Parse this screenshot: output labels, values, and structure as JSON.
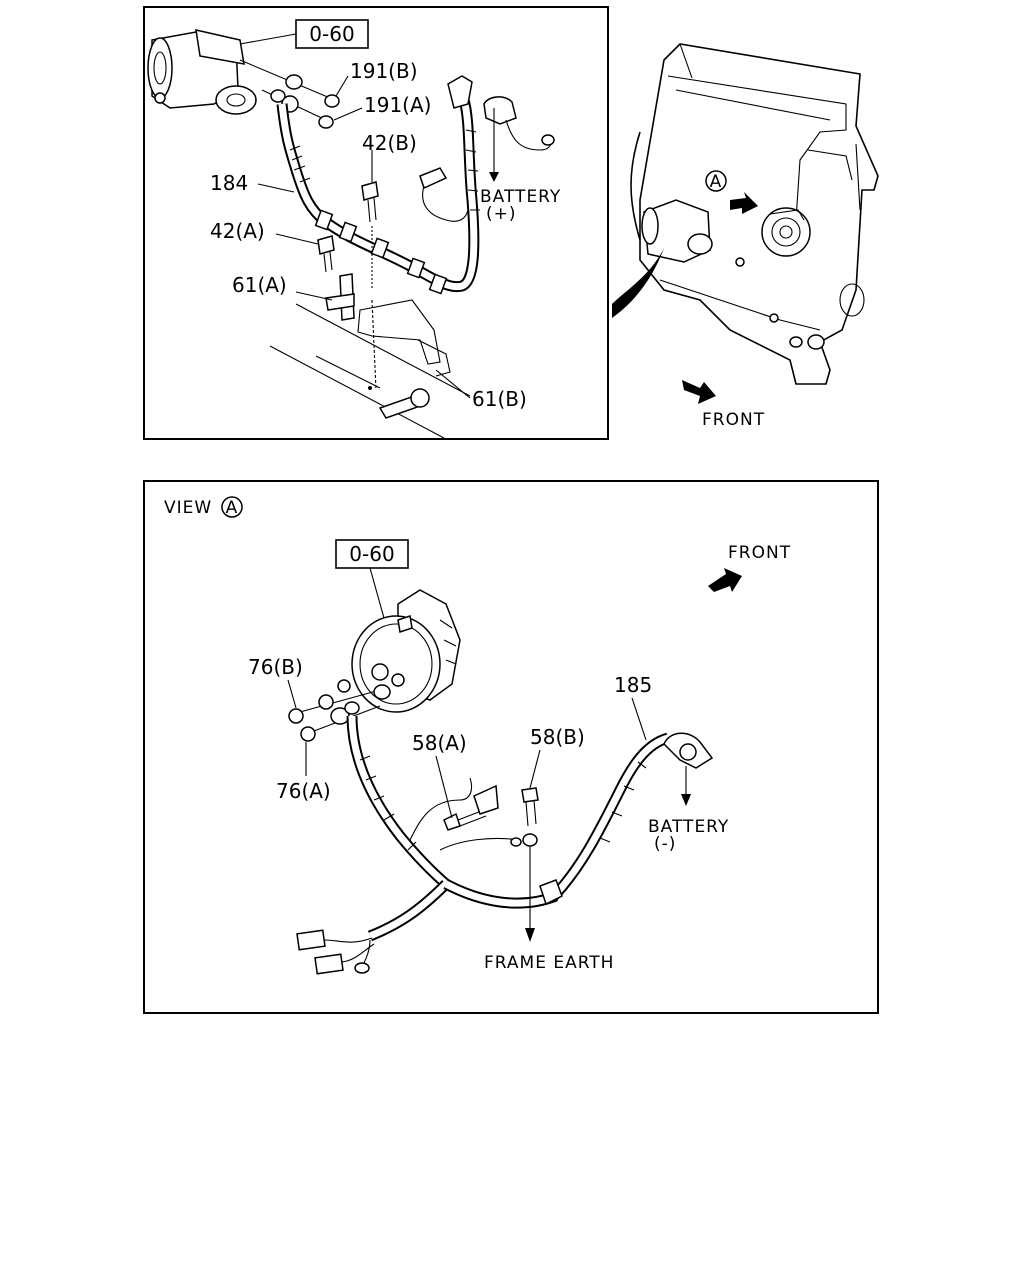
{
  "top_panel": {
    "ref_box": "0-60",
    "labels": {
      "l191b": "191(B)",
      "l191a": "191(A)",
      "l42b": "42(B)",
      "l184": "184",
      "l42a": "42(A)",
      "l61a": "61(A)",
      "l61b": "61(B)",
      "battery": "BATTERY",
      "battery_sign": "(+)"
    }
  },
  "engine_view": {
    "view_marker": "A",
    "front_label": "FRONT"
  },
  "bottom_panel": {
    "title_prefix": "VIEW",
    "title_marker": "A",
    "ref_box": "0-60",
    "front_label": "FRONT",
    "labels": {
      "l76b": "76(B)",
      "l76a": "76(A)",
      "l58a": "58(A)",
      "l58b": "58(B)",
      "l185": "185",
      "battery": "BATTERY",
      "battery_sign": "(-)",
      "frame_earth": "FRAME EARTH"
    }
  }
}
